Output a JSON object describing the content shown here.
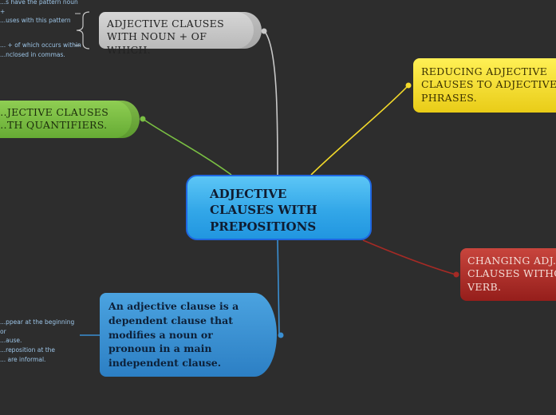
{
  "central": {
    "label": "ADJECTIVE\nCLAUSES WITH\nPREPOSITIONS"
  },
  "branches": {
    "noun_of_which": {
      "label": "ADJECTIVE CLAUSES\nWITH NOUN + OF WHICH.",
      "notes": [
        "...s have the pattern noun +\n...uses with this pattern",
        "... + of which occurs within\n...nclosed in commas."
      ]
    },
    "quantifiers": {
      "label": "...JECTIVE CLAUSES\n...TH QUANTIFIERS."
    },
    "reducing": {
      "label": "REDUCING ADJECTIVE\nCLAUSES TO ADJECTIVE\nPHRASES."
    },
    "changing": {
      "label": "CHANGING ADJ...\nCLAUSES WITHO...\nVERB."
    },
    "definition": {
      "label": "An adjective clause is a\ndependent clause that\nmodifies a noun or\npronoun in a main\nindependent clause.",
      "note": "...ppear at the beginning or\n...ause.\n...reposition at the\n... are informal."
    }
  },
  "colors": {
    "background": "#2d2d2d",
    "central": "#33a7e8",
    "gray": "#c6c6c6",
    "green": "#78bd42",
    "yellow": "#f6dd2a",
    "red": "#b2312c",
    "blue": "#3a8fd2"
  }
}
